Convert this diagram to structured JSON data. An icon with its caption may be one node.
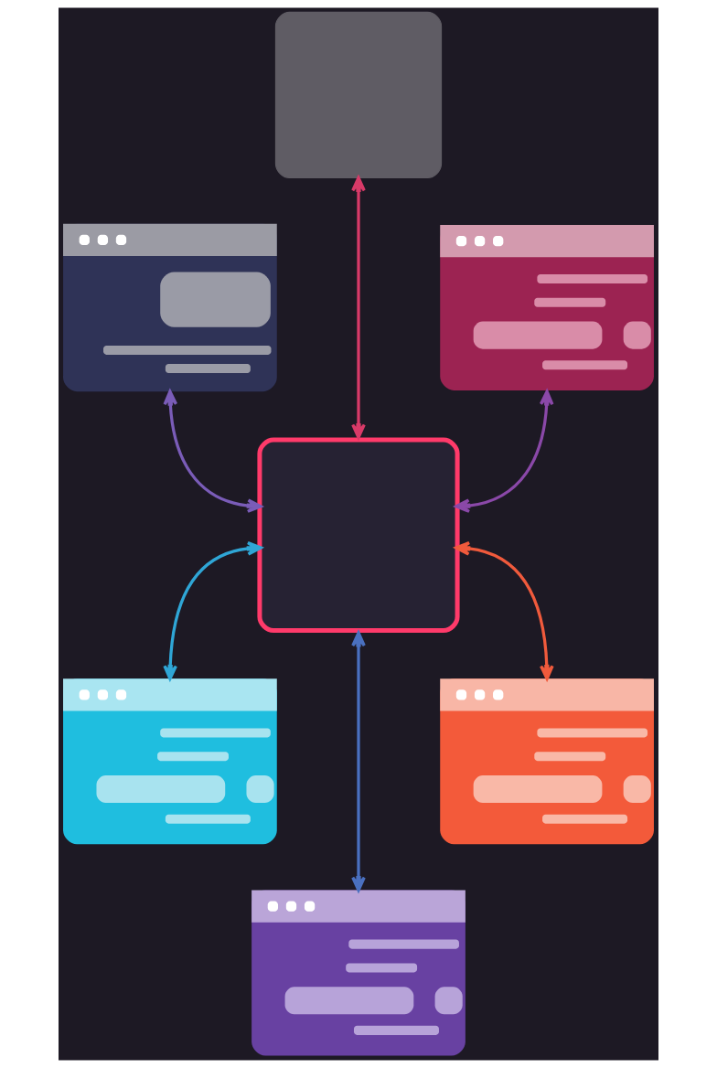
{
  "diagram": {
    "nodes": [
      {
        "text": [],
        "shape": "box"
      },
      {
        "text": [],
        "shape": "picture"
      },
      {
        "text": [],
        "shape": "picture"
      },
      {
        "text": [],
        "shape": "box"
      },
      {
        "text": [],
        "shape": "picture"
      },
      {
        "text": [],
        "shape": "picture"
      },
      {
        "text": [],
        "shape": "picture"
      }
    ],
    "edges": [
      {
        "from": 0,
        "to": 3,
        "arrow": "both",
        "color": "#d83a68"
      },
      {
        "from": 1,
        "to": 3,
        "arrow": "both",
        "color": "#7a5cb8"
      },
      {
        "from": 2,
        "to": 3,
        "arrow": "both",
        "color": "#8a48a8"
      },
      {
        "from": 3,
        "to": 4,
        "arrow": "both",
        "color": "#2fa6d6"
      },
      {
        "from": 3,
        "to": 5,
        "arrow": "both",
        "color": "#f05a3c"
      },
      {
        "from": 3,
        "to": 6,
        "arrow": "both",
        "color": "#4a70c0"
      }
    ]
  }
}
